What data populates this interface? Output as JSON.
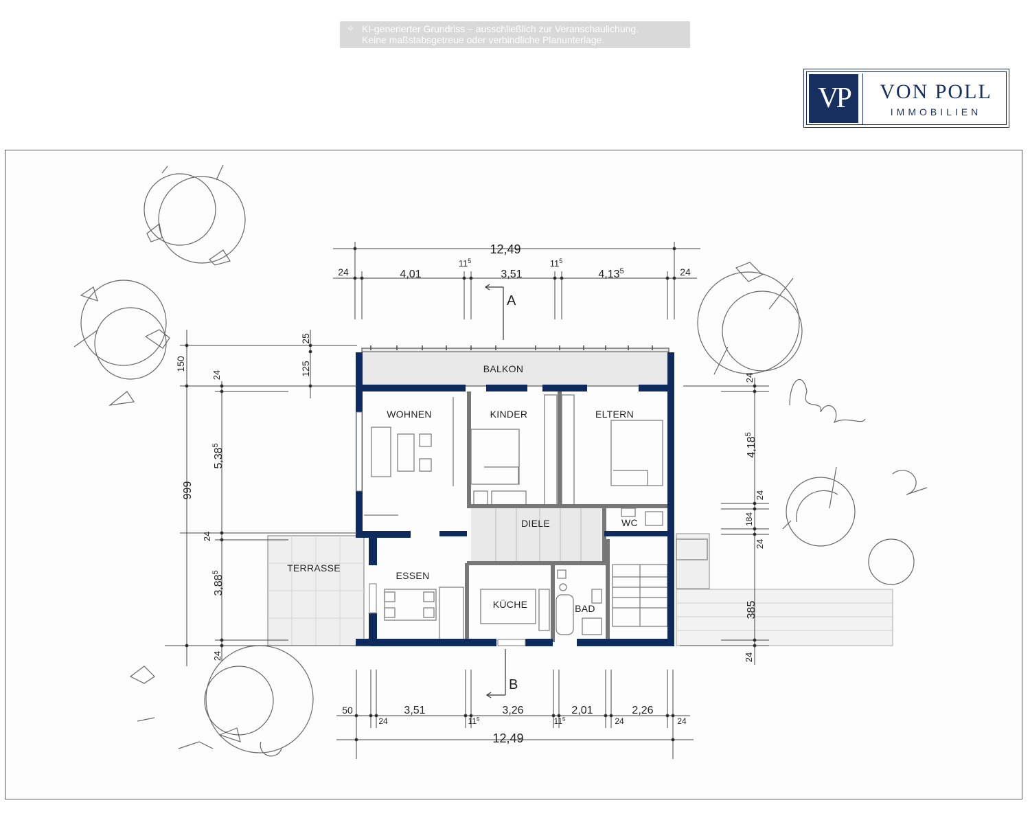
{
  "disclaimer": {
    "icon": "sparkle-icon",
    "line1": "KI-generierter Grundriss – ausschließlich zur Veranschaulichung.",
    "line2": "Keine maßstabsgetreue oder verbindliche Planunterlage."
  },
  "logo": {
    "mark": "VP",
    "name": "VON POLL",
    "subtitle": "IMMOBILIEN",
    "color": "#17305f"
  },
  "plan": {
    "wall_color": "#0f2a5c",
    "rooms": {
      "balkon": "BALKON",
      "wohnen": "WOHNEN",
      "kinder": "KINDER",
      "eltern": "ELTERN",
      "diele": "DIELE",
      "wc": "WC",
      "essen": "ESSEN",
      "kueche": "KÜCHE",
      "bad": "BAD",
      "terrasse": "TERRASSE"
    },
    "sections": {
      "a": "A",
      "b": "B"
    },
    "dims_top": {
      "total": "12,49",
      "wall_left": "24",
      "seg1": "4,01",
      "wall_a": "11",
      "wall_a_sup": "5",
      "seg2": "3,51",
      "wall_b": "11",
      "wall_b_sup": "5",
      "seg3": "4,13",
      "seg3_sup": "5",
      "wall_right": "24"
    },
    "dims_bottom": {
      "total": "12,49",
      "offset": "50",
      "wall1": "24",
      "seg1": "3,51",
      "wall2": "11",
      "wall2_sup": "5",
      "seg2": "3,26",
      "wall3": "11",
      "wall3_sup": "5",
      "seg3": "2,01",
      "wall4": "24",
      "seg4": "2,26",
      "wall5": "24"
    },
    "dims_left": {
      "total": "999",
      "balkon_total": "150",
      "balkon_a": "25",
      "balkon_b": "125",
      "wall1": "24",
      "seg1": "5,38",
      "seg1_sup": "5",
      "wall2": "24",
      "seg2": "3,88",
      "seg2_sup": "5",
      "wall3": "24"
    },
    "dims_right": {
      "wall1": "24",
      "seg1": "4,18",
      "seg1_sup": "5",
      "wall2": "24",
      "seg2": "184",
      "wall3": "24",
      "seg3": "385",
      "wall4": "24"
    }
  }
}
